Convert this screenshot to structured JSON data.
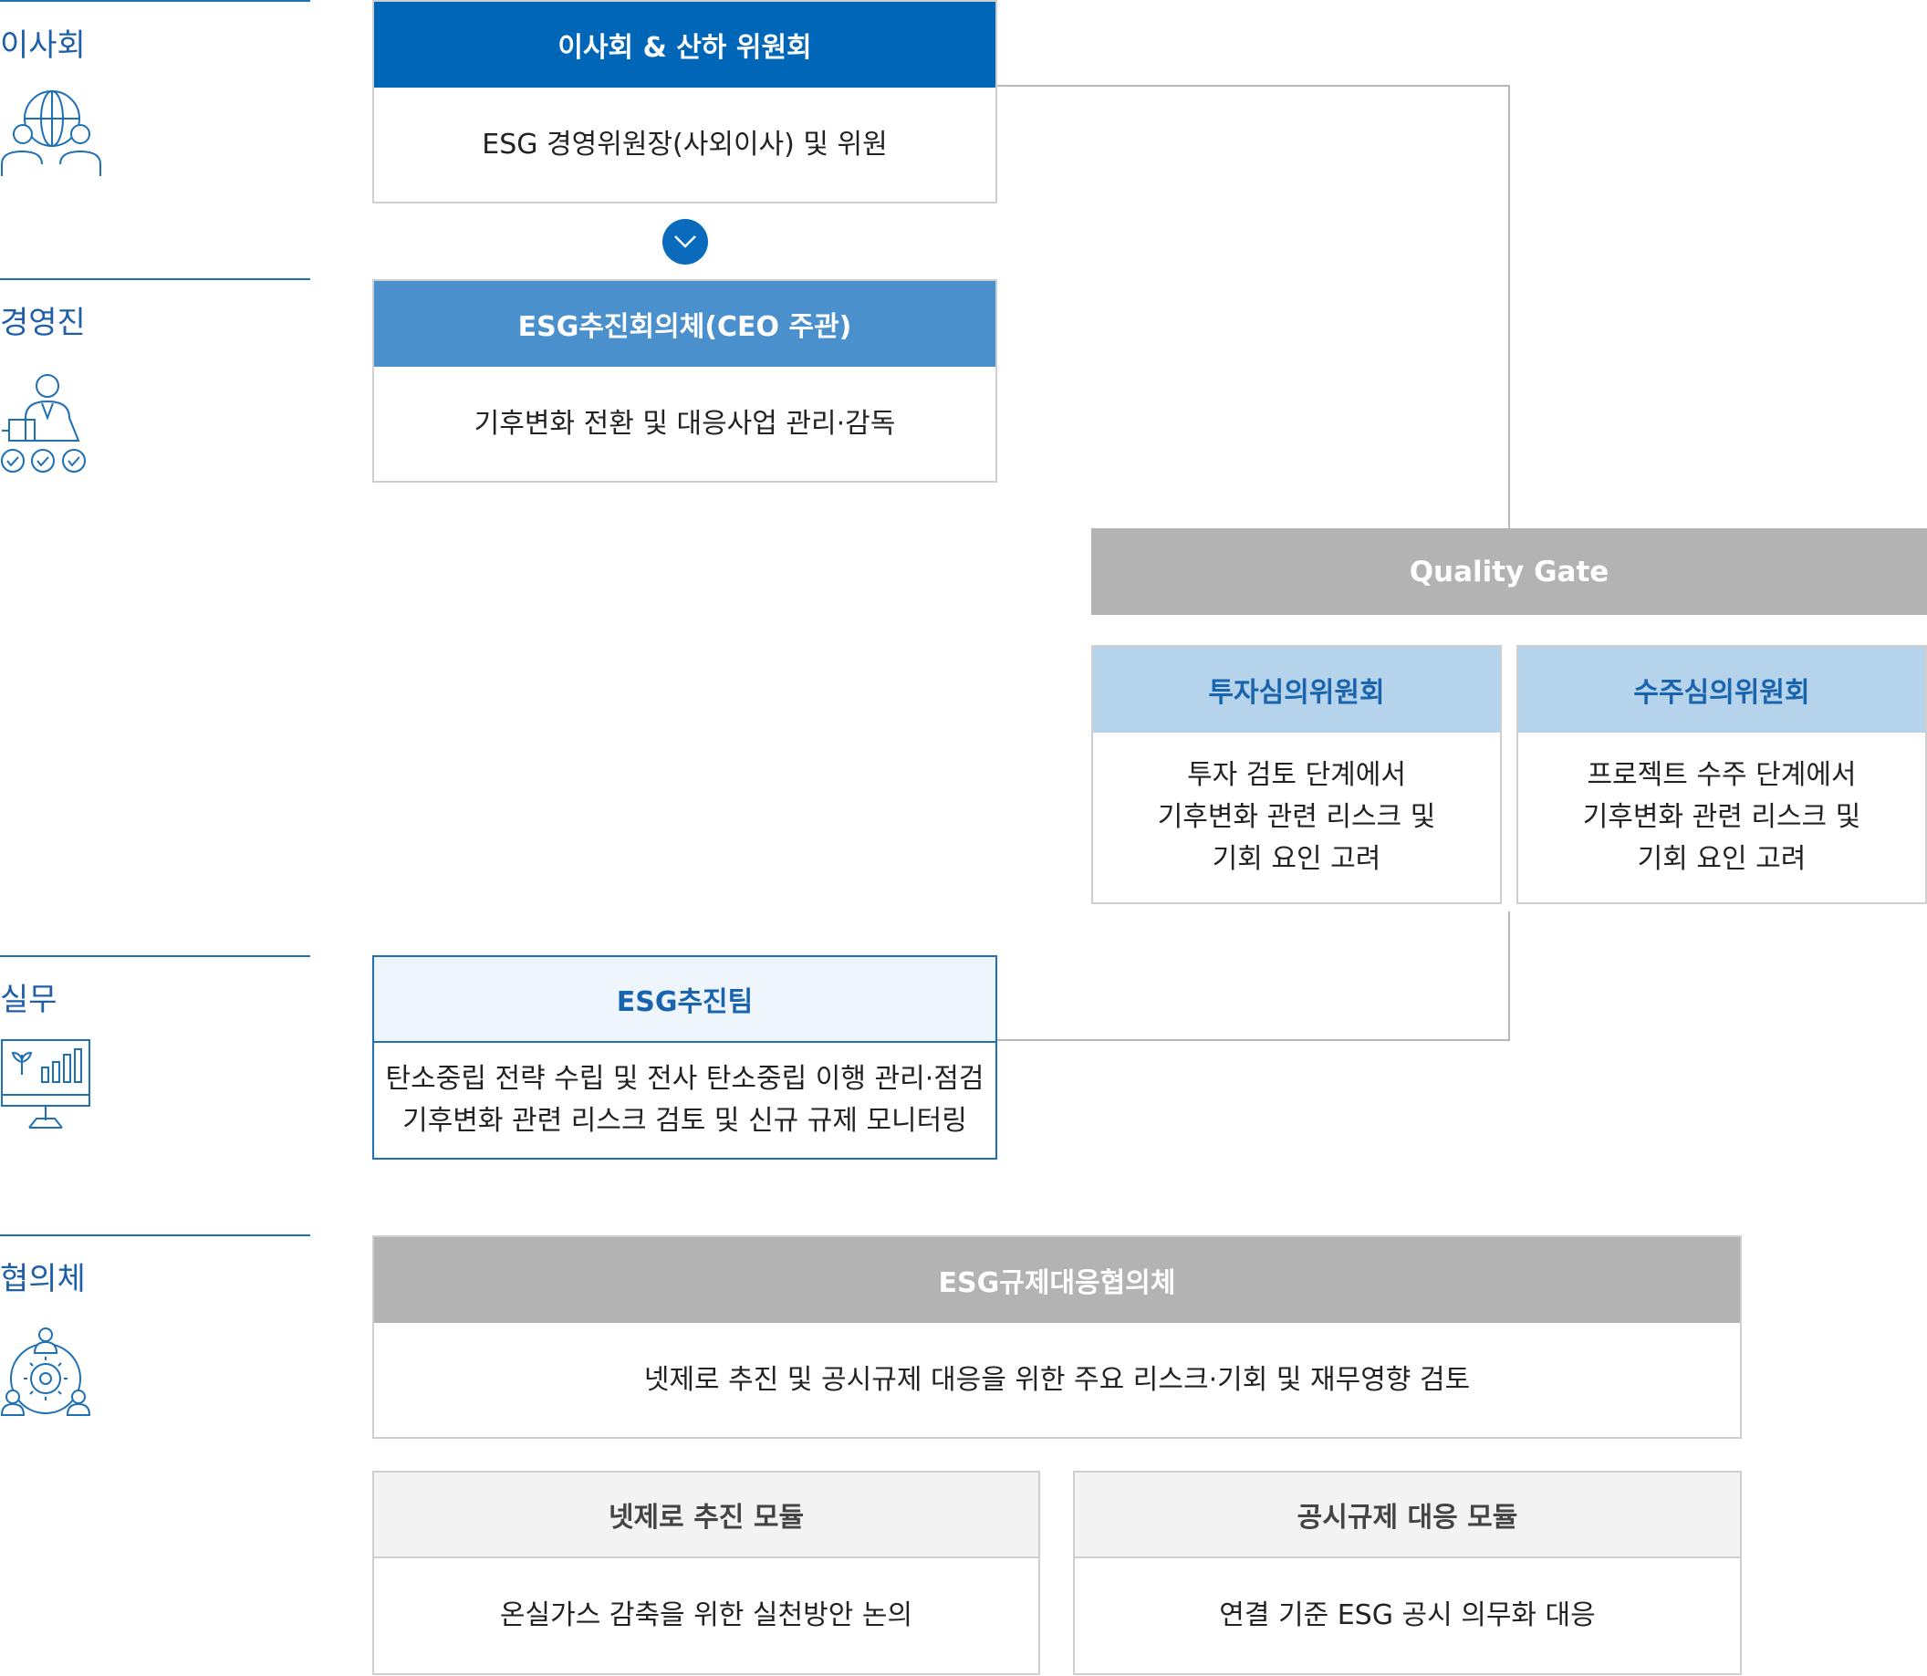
{
  "tiers": [
    {
      "label": "이사회",
      "icon": "board-globe-people-icon"
    },
    {
      "label": "경영진",
      "icon": "executive-approval-icon"
    },
    {
      "label": "실무",
      "icon": "monitor-chart-icon"
    },
    {
      "label": "협의체",
      "icon": "council-gear-people-icon"
    }
  ],
  "board": {
    "header": "이사회 & 산하 위원회",
    "body": "ESG 경영위원장(사외이사) 및 위원"
  },
  "executive": {
    "header": "ESG추진회의체(CEO 주관)",
    "body": "기후변화 전환 및 대응사업 관리·감독"
  },
  "quality_gate": {
    "label": "Quality Gate",
    "investment": {
      "header": "투자심의위원회",
      "body_lines": [
        "투자 검토 단계에서",
        "기후변화 관련 리스크 및",
        "기회 요인 고려"
      ]
    },
    "order": {
      "header": "수주심의위원회",
      "body_lines": [
        "프로젝트 수주 단계에서",
        "기후변화 관련 리스크 및",
        "기회 요인 고려"
      ]
    }
  },
  "working": {
    "header": "ESG추진팀",
    "body_lines": [
      "탄소중립 전략 수립 및 전사 탄소중립 이행 관리·점검",
      "기후변화 관련 리스크 검토 및 신규 규제 모니터링"
    ]
  },
  "council": {
    "header": "ESG규제대응협의체",
    "body": "넷제로 추진 및 공시규제 대응을 위한 주요 리스크·기회 및 재무영향 검토",
    "modules": [
      {
        "header": "넷제로 추진 모듈",
        "body": "온실가스 감축을 위한 실천방안 논의"
      },
      {
        "header": "공시규제 대응 모듈",
        "body": "연결 기준 ESG 공시 의무화 대응"
      }
    ]
  },
  "colors": {
    "primary": "#0067b8",
    "mid_blue": "#4a90cc",
    "light_blue": "#b5d3ea",
    "gray_header": "#b3b3b3",
    "tier_text": "#1f5fa8"
  }
}
